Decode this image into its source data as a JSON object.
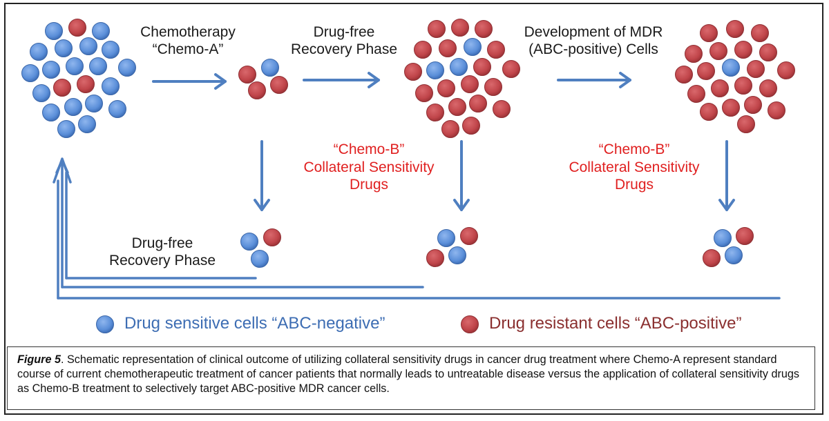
{
  "labels": {
    "chemo_a_line1": "Chemotherapy",
    "chemo_a_line2": "“Chemo-A”",
    "recovery1_line1": "Drug-free",
    "recovery1_line2": "Recovery Phase",
    "mdr_line1": "Development of MDR",
    "mdr_line2": "(ABC-positive) Cells",
    "chemo_b_left_line1": "“Chemo-B”",
    "chemo_b_left_line2": "Collateral Sensitivity",
    "chemo_b_left_line3": "Drugs",
    "chemo_b_right_line1": "“Chemo-B”",
    "chemo_b_right_line2": "Collateral Sensitivity",
    "chemo_b_right_line3": "Drugs",
    "recovery2_line1": "Drug-free",
    "recovery2_line2": "Recovery Phase"
  },
  "legend": {
    "sensitive": "Drug sensitive cells “ABC-negative”",
    "resistant": "Drug resistant cells “ABC-positive”"
  },
  "caption": {
    "figure_label": "Figure 5",
    "text": ". Schematic representation of clinical outcome of utilizing collateral sensitivity drugs in cancer drug treatment where Chemo-A represent standard course of current chemotherapeutic treatment of cancer patients that normally leads to untreatable disease versus the application of collateral sensitivity drugs as Chemo-B treatment to selectively target ABC-positive MDR cancer cells."
  },
  "colors": {
    "sensitive_cell": "#5b8fd9",
    "resistant_cell": "#c0454a",
    "arrow": "#4f7fc0",
    "chemo_b_text": "#e02020"
  }
}
